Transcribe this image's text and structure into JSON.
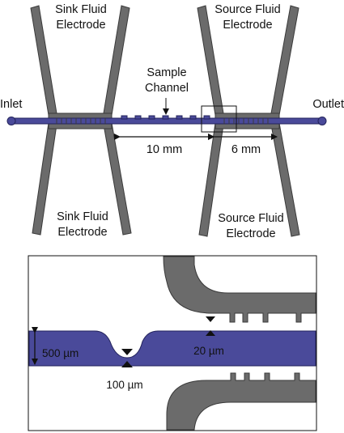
{
  "colors": {
    "electrode_fill": "#6b6b6b",
    "electrode_stroke": "#3a3a3a",
    "channel_fill": "#4a4a9a",
    "channel_stroke": "#23235c",
    "text": "#111111"
  },
  "top_diagram": {
    "sink_top": [
      "Sink Fluid",
      "Electrode"
    ],
    "source_top": [
      "Source Fluid",
      "Electrode"
    ],
    "sink_bottom": [
      "Sink Fluid",
      "Electrode"
    ],
    "source_bottom": [
      "Source Fluid",
      "Electrode"
    ],
    "sample_channel": [
      "Sample",
      "Channel"
    ],
    "inlet": "Inlet",
    "outlet": "Outlet",
    "dim_10mm": "10 mm",
    "dim_6mm": "6 mm"
  },
  "inset": {
    "channel_width": "500 µm",
    "gap": "20 µm",
    "notch": "100 µm"
  }
}
